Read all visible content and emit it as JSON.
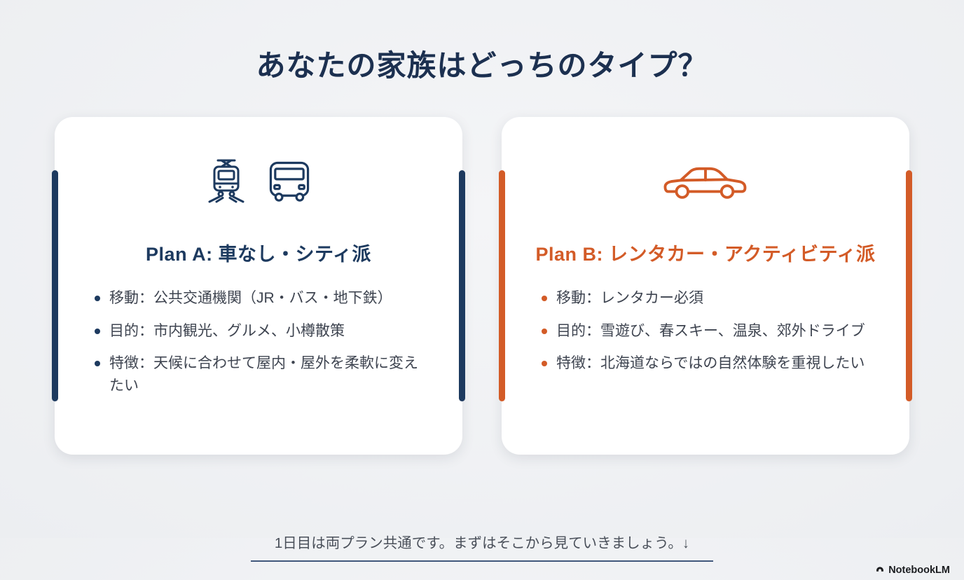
{
  "slide": {
    "title": "あなたの家族はどっちのタイプ？",
    "footer_note": "1日目は両プラン共通です。まずはそこから見ていきましょう。↓",
    "brand": "NotebookLM"
  },
  "plans": [
    {
      "id": "plan-a",
      "title": "Plan A: 車なし・シティ派",
      "accent_color": "#1d3a5f",
      "icons": [
        "train-icon",
        "bus-icon"
      ],
      "bullets": [
        "移動：公共交通機関（JR・バス・地下鉄）",
        "目的：市内観光、グルメ、小樽散策",
        "特徴：天候に合わせて屋内・屋外を柔軟に変えたい"
      ]
    },
    {
      "id": "plan-b",
      "title": "Plan B: レンタカー・アクティビティ派",
      "accent_color": "#d35b27",
      "icons": [
        "car-icon"
      ],
      "bullets": [
        "移動：レンタカー必須",
        "目的：雪遊び、春スキー、温泉、郊外ドライブ",
        "特徴：北海道ならではの自然体験を重視したい"
      ]
    }
  ]
}
